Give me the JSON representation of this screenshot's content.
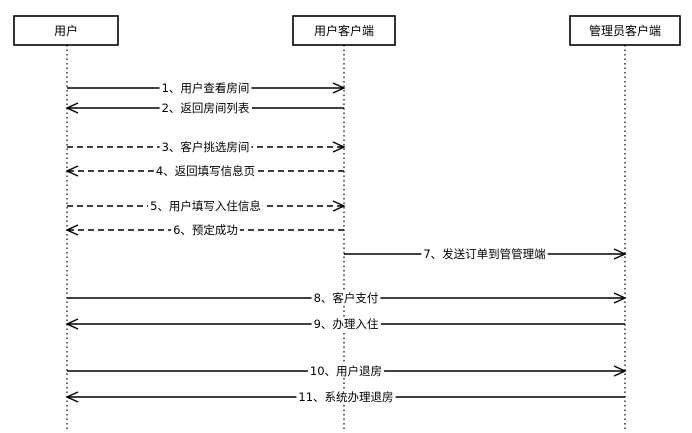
{
  "actors": [
    {
      "id": "user",
      "label": "用户"
    },
    {
      "id": "client",
      "label": "用户客户端"
    },
    {
      "id": "admin",
      "label": "管理员客户端"
    }
  ],
  "messages": [
    {
      "label": "1、用户查看房间",
      "from": "user",
      "to": "client",
      "style": "solid"
    },
    {
      "label": "2、返回房间列表",
      "from": "client",
      "to": "user",
      "style": "solid"
    },
    {
      "label": "3、客户挑选房间",
      "from": "user",
      "to": "client",
      "style": "dashed"
    },
    {
      "label": "4、返回填写信息页",
      "from": "client",
      "to": "user",
      "style": "dashed"
    },
    {
      "label": "5、用户填写入住信息",
      "from": "user",
      "to": "client",
      "style": "dashed"
    },
    {
      "label": "6、预定成功",
      "from": "client",
      "to": "user",
      "style": "dashed"
    },
    {
      "label": "7、发送订单到管管理端",
      "from": "client",
      "to": "admin",
      "style": "solid"
    },
    {
      "label": "8、客户支付",
      "from": "user",
      "to": "admin",
      "style": "solid"
    },
    {
      "label": "9、办理入住",
      "from": "admin",
      "to": "user",
      "style": "solid"
    },
    {
      "label": "10、用户退房",
      "from": "user",
      "to": "admin",
      "style": "solid"
    },
    {
      "label": "11、系统办理退房",
      "from": "admin",
      "to": "user",
      "style": "solid"
    }
  ]
}
